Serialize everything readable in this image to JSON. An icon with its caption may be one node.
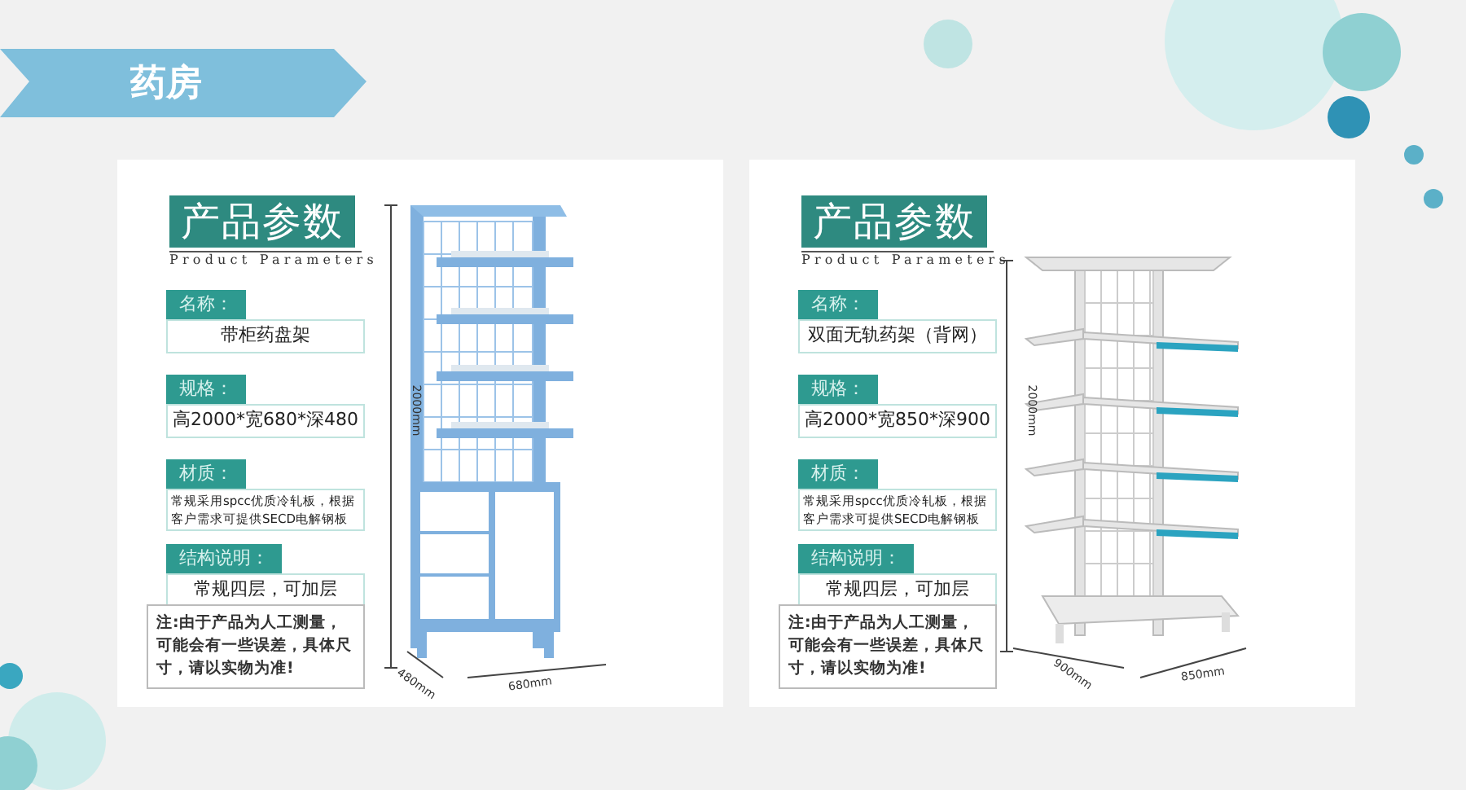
{
  "diagram": {
    "title": "药房",
    "nodes": [
      {
        "text": [
          "产品参数",
          "Product Parameters"
        ]
      },
      {
        "text": [
          "名称：",
          "带柜药盘架"
        ],
        "in": 0
      },
      {
        "text": [
          "规格：",
          "高2000*宽680*深480"
        ],
        "in": 0
      },
      {
        "text": [
          "材质：",
          "常规采用spcc优质冷轧板，根据客户需求可提供SECD电解钢板"
        ],
        "in": 0
      },
      {
        "text": [
          "结构说明：",
          "常规四层，可加层"
        ],
        "in": 0
      },
      {
        "text": [
          "注:由于产品为人工测量，可能会有一些误差，具体尺寸，请以实物为准!"
        ],
        "in": 0
      },
      {
        "text": [
          "产品参数",
          "Product Parameters"
        ]
      },
      {
        "text": [
          "名称：",
          "双面无轨药架（背网）"
        ],
        "in": 6
      },
      {
        "text": [
          "规格：",
          "高2000*宽850*深900"
        ],
        "in": 6
      },
      {
        "text": [
          "材质：",
          "常规采用spcc优质冷轧板，根据客户需求可提供SECD电解钢板"
        ],
        "in": 6
      },
      {
        "text": [
          "结构说明：",
          "常规四层，可加层"
        ],
        "in": 6
      },
      {
        "text": [
          "注:由于产品为人工测量，可能会有一些误差，具体尺寸，请以实物为准!"
        ],
        "in": 6
      }
    ],
    "edges": [],
    "labels": [
      "2000mm",
      "480mm",
      "680mm",
      "2000mm",
      "900mm",
      "850mm"
    ]
  }
}
